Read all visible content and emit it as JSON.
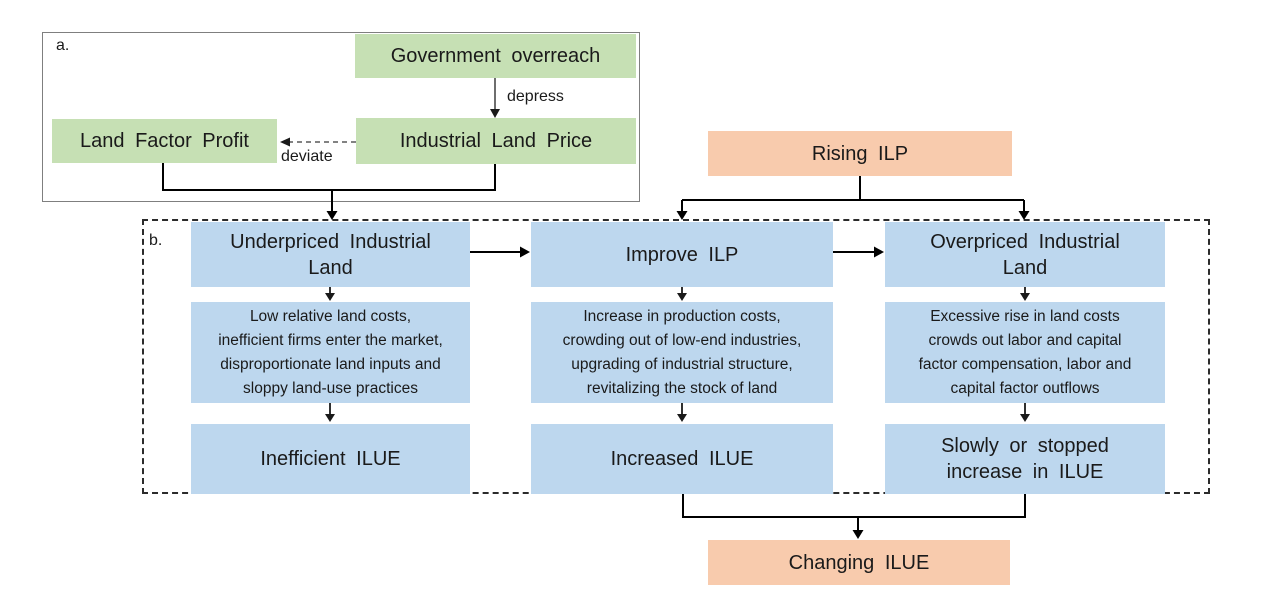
{
  "diagram": {
    "panel_a": {
      "label": "a.",
      "government_box": "Government overreach",
      "land_factor_profit_box": "Land Factor Profit",
      "industrial_land_price_box": "Industrial Land Price",
      "depress_label": "depress",
      "deviate_label": "deviate"
    },
    "panel_b": {
      "label": "b.",
      "rising_ilp_box": "Rising ILP",
      "changing_ilue_box": "Changing ILUE",
      "columns": [
        {
          "title": "Underpriced Industrial\nLand",
          "description": "Low relative land costs,\ninefficient firms enter the market,\ndisproportionate land inputs and\nsloppy land-use practices",
          "outcome": "Inefficient ILUE"
        },
        {
          "title": "Improve ILP",
          "description": "Increase in production costs,\ncrowding out of low-end industries,\nupgrading of industrial structure,\nrevitalizing the stock of land",
          "outcome": "Increased ILUE"
        },
        {
          "title": "Overpriced Industrial\nLand",
          "description": "Excessive rise in land costs\ncrowds out labor and capital\nfactor compensation, labor and\ncapital factor outflows",
          "outcome": "Slowly or stopped\nincrease in ILUE"
        }
      ]
    },
    "colors": {
      "box_green": "#c6e0b4",
      "box_blue": "#bdd7ee",
      "box_orange": "#f8cbad",
      "text": "#1a1a1a",
      "panel_a_border": "#7f7f7f",
      "panel_b_dashed_border": "#2b2b2b",
      "connector": "#000000"
    }
  }
}
